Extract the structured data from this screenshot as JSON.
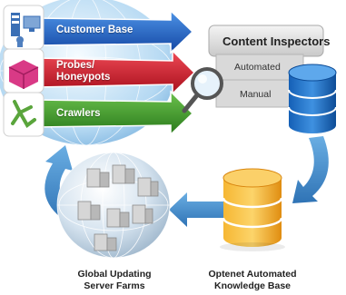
{
  "sources": [
    {
      "label": "Customer Base",
      "icon": "customer-base-icon",
      "color": "#1f66c9"
    },
    {
      "label_line1": "Probes/",
      "label_line2": "Honeypots",
      "icon": "honeypot-icon",
      "color": "#c91f2d"
    },
    {
      "label": "Crawlers",
      "icon": "crawler-icon",
      "color": "#3f9a2c"
    }
  ],
  "content_inspectors": {
    "title": "Content Inspectors",
    "automated_label": "Automated",
    "manual_label": "Manual",
    "icon": "magnifier-icon"
  },
  "knowledge_base": {
    "caption_line1": "Optenet Automated",
    "caption_line2": "Knowledge Base",
    "icon": "database-icon",
    "color": "#f2a51a"
  },
  "server_farms": {
    "caption_line1": "Global Updating",
    "caption_line2": "Server Farms",
    "icon": "globe-servers-icon"
  },
  "colors": {
    "cycle_arrow": "#3d88c9",
    "inspector_db": "#1e74c6"
  }
}
